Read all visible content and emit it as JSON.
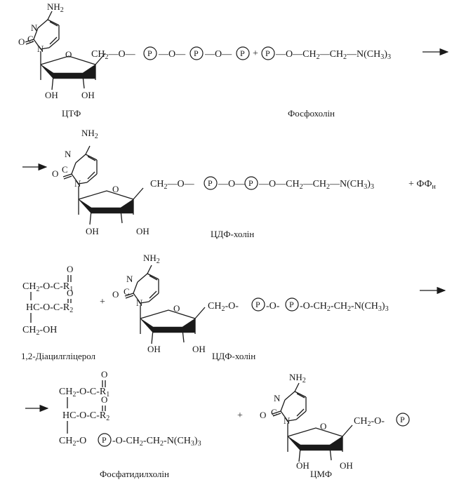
{
  "labels": {
    "ctp": "ЦТФ",
    "phosphocholine": "Фосфохолін",
    "cdp_choline": "ЦДФ-холін",
    "diacylglycerol": "1,2-Діацилгліцерол",
    "cdp_choline_2": "ЦДФ-холін",
    "phosphatidylcholine": "Фосфатидилхолін",
    "cmp": "ЦМФ"
  },
  "atoms": {
    "nh2": "NH",
    "nh2_sub": "2",
    "n": "N",
    "c": "C",
    "o": "O",
    "oh": "OH"
  },
  "phosphate_symbol": "P",
  "plus": "+",
  "formulas": {
    "ch2": "CH",
    "ch2_sub": "2",
    "ncH3": "N(CH",
    "ncH3_sub": "3",
    "ncH3_close": ")",
    "ncH3_sub2": "3",
    "hc": "HC",
    "r1": "R",
    "r1_sub": "1",
    "r2": "R",
    "r2_sub": "2",
    "ppi": "ФФ",
    "ppi_sub": "н",
    "ch2oh": "CH",
    "ch2oh_tail": "-OH"
  }
}
